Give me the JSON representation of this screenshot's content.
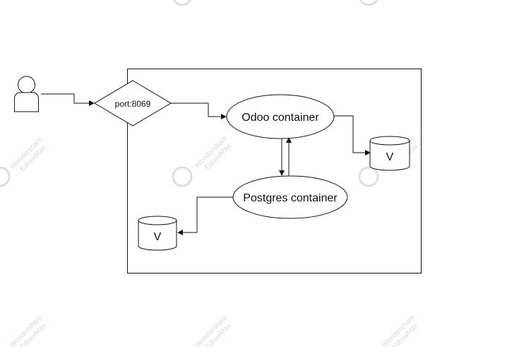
{
  "diagram": {
    "nodes": {
      "user": {
        "shape": "actor"
      },
      "port": {
        "label": "port:8069",
        "shape": "diamond"
      },
      "odoo": {
        "label": "Odoo container",
        "shape": "ellipse"
      },
      "postgres": {
        "label": "Postgres container",
        "shape": "ellipse"
      },
      "odoo_volume": {
        "label": "V",
        "shape": "cylinder"
      },
      "postgres_volume": {
        "label": "V",
        "shape": "cylinder"
      }
    },
    "boundary": {
      "shape": "rectangle"
    },
    "edges": [
      {
        "from": "user",
        "to": "port"
      },
      {
        "from": "port",
        "to": "odoo"
      },
      {
        "from": "odoo",
        "to": "odoo_volume"
      },
      {
        "from": "odoo",
        "to": "postgres"
      },
      {
        "from": "postgres",
        "to": "odoo"
      },
      {
        "from": "postgres",
        "to": "postgres_volume"
      }
    ]
  },
  "watermark": {
    "line1": "Wondershare",
    "line2": "EdrawMax"
  },
  "colors": {
    "stroke": "#111111",
    "fill": "#ffffff",
    "watermark": "#d9d9d9"
  }
}
